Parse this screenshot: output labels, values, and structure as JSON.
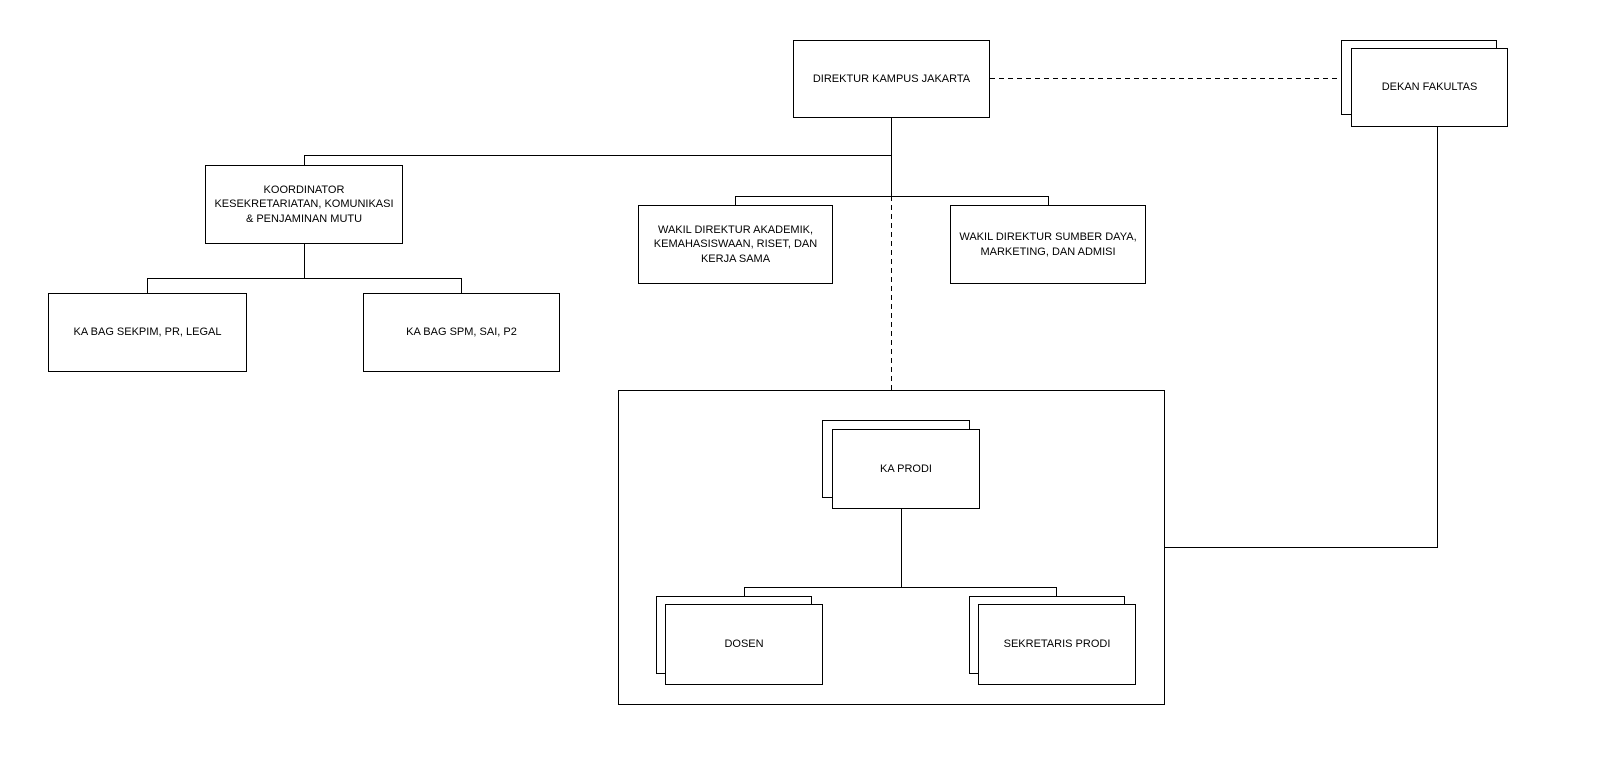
{
  "diagram": {
    "type": "org-chart",
    "colors": {
      "background": "#ffffff",
      "node_fill": "#ffffff",
      "border": "#000000",
      "text": "#000000"
    },
    "nodes": {
      "direktur": {
        "label": "DIREKTUR KAMPUS JAKARTA"
      },
      "dekan": {
        "label": "DEKAN FAKULTAS"
      },
      "koordinator": {
        "label": "KOORDINATOR\nKESEKRETARIATAN, KOMUNIKASI\n& PENJAMINAN MUTU"
      },
      "wakil_akademik": {
        "label": "WAKIL DIREKTUR AKADEMIK,\nKEMAHASISWAAN, RISET, DAN\nKERJA SAMA"
      },
      "wakil_sumber_daya": {
        "label": "WAKIL DIREKTUR SUMBER DAYA,\nMARKETING, DAN ADMISI"
      },
      "ka_bag_sekpim": {
        "label": "KA BAG SEKPIM, PR, LEGAL"
      },
      "ka_bag_spm": {
        "label": "KA BAG SPM, SAI, P2"
      },
      "ka_prodi": {
        "label": "KA PRODI"
      },
      "dosen": {
        "label": "DOSEN"
      },
      "sekretaris_prodi": {
        "label": "SEKRETARIS PRODI"
      }
    }
  }
}
